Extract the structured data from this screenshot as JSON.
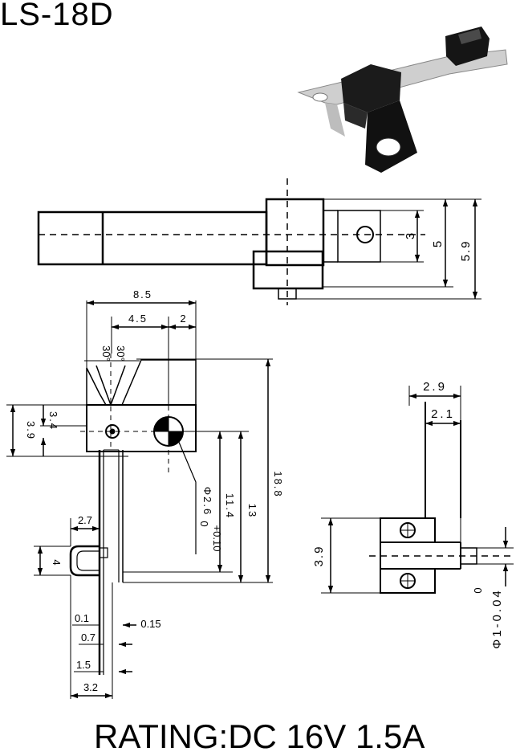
{
  "title": "LS-18D",
  "rating": "RATING:DC 16V 1.5A",
  "dimensions": {
    "top_h_3": "3",
    "top_h_5": "5",
    "top_h_59": "5.9",
    "w_85": "8.5",
    "w_45": "4.5",
    "w_2": "2",
    "angle_left": "30°",
    "angle_right": "30°",
    "h_39": "3.9",
    "h_34": "3.4",
    "hole_phi": "Φ2.6",
    "hole_tol_plus": "+0.10",
    "hole_tol_zero": "0",
    "h_114": "11.4",
    "h_13": "13",
    "h_188": "18.8",
    "w_27": "2.7",
    "h_4": "4",
    "w_01": "0.1",
    "w_015": "0.15",
    "w_07": "0.7",
    "w_15": "1.5",
    "w_32": "3.2",
    "side_29": "2.9",
    "side_21": "2.1",
    "side_39": "3.9",
    "shaft_phi": "Φ1-0.04",
    "shaft_zero": "0"
  }
}
